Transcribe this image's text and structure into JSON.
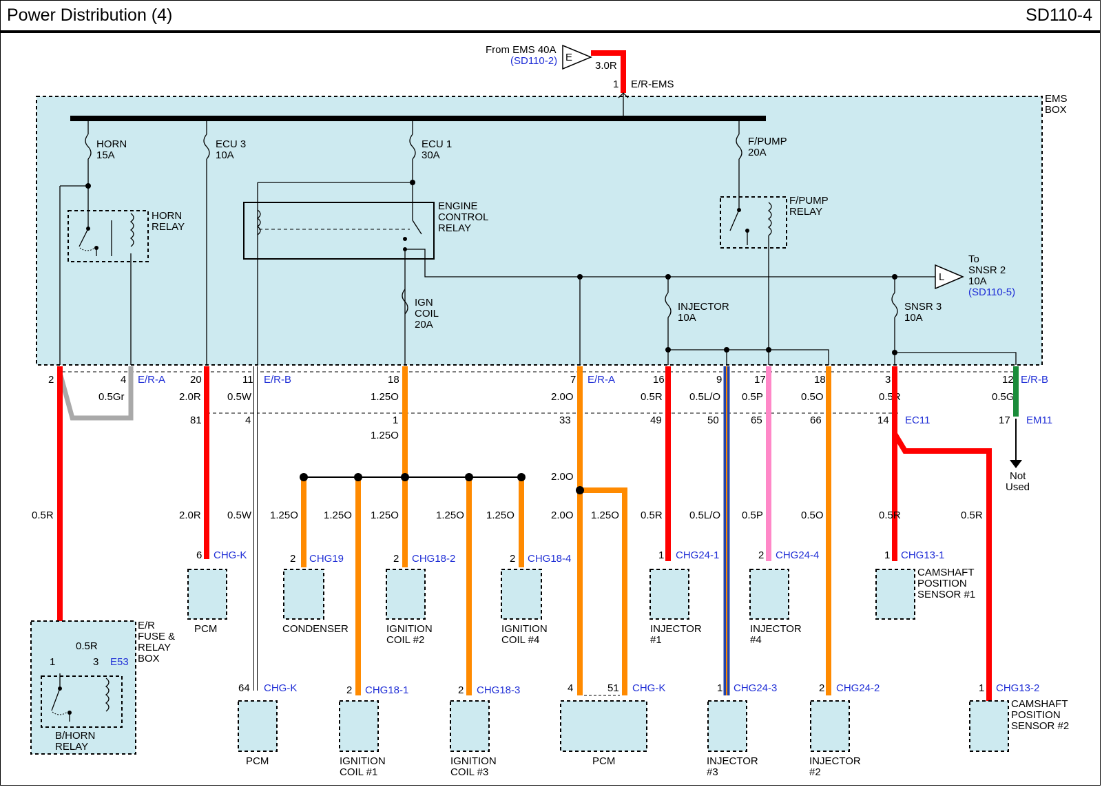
{
  "header": {
    "title": "Power Distribution (4)",
    "code": "SD110-4"
  },
  "colors": {
    "box_fill": "#cdeaf0",
    "red": "#ff0000",
    "orange": "#ff8a00",
    "pink": "#ff88c8",
    "green": "#1a8c3a",
    "blue": "#2244aa",
    "gray": "#a9a9a9",
    "ref_blue": "#1f2ed6"
  },
  "source": {
    "line1": "From EMS 40A",
    "ref": "(SD110-2)",
    "marker": "E",
    "wire": "3.0R",
    "pin": "1",
    "connector": "E/R-EMS"
  },
  "ems_box": {
    "label1": "EMS",
    "label2": "BOX"
  },
  "fuses": {
    "horn": {
      "name": "HORN",
      "rating": "15A"
    },
    "ecu3": {
      "name": "ECU 3",
      "rating": "10A"
    },
    "ecu1": {
      "name": "ECU 1",
      "rating": "30A"
    },
    "fpump": {
      "name": "F/PUMP",
      "rating": "20A"
    },
    "igncoil": {
      "name1": "IGN",
      "name2": "COIL",
      "rating": "20A"
    },
    "injector": {
      "name": "INJECTOR",
      "rating": "10A"
    },
    "snsr3": {
      "name": "SNSR 3",
      "rating": "10A"
    }
  },
  "relays": {
    "horn": {
      "l1": "HORN",
      "l2": "RELAY"
    },
    "engine": {
      "l1": "ENGINE",
      "l2": "CONTROL",
      "l3": "RELAY"
    },
    "fpump": {
      "l1": "F/PUMP",
      "l2": "RELAY"
    },
    "bhorn": {
      "l1": "B/HORN",
      "l2": "RELAY"
    }
  },
  "to_snsr2": {
    "l1": "To",
    "l2": "SNSR 2",
    "l3": "10A",
    "ref": "(SD110-5)",
    "marker": "L"
  },
  "connectors": {
    "era": "E/R-A",
    "erb": "E/R-B",
    "ec11": "EC11",
    "em11": "EM11",
    "e53": "E53"
  },
  "pins": {
    "p2": "2",
    "p4": "4",
    "p20": "20",
    "p11": "11",
    "p18": "18",
    "p7": "7",
    "p16": "16",
    "p9": "9",
    "p17": "17",
    "p3": "3",
    "p12": "12",
    "p81": "81",
    "p1": "1",
    "p33": "33",
    "p49": "49",
    "p50": "50",
    "p65": "65",
    "p66": "66",
    "p14": "14",
    "p6": "6",
    "p64": "64",
    "p51": "51"
  },
  "wires": {
    "w05Gr": "0.5Gr",
    "w20R": "2.0R",
    "w05W": "0.5W",
    "w125O": "1.25O",
    "w20O": "2.0O",
    "w05R": "0.5R",
    "w05LO": "0.5L/O",
    "w05P": "0.5P",
    "w05O": "0.5O",
    "w05G": "0.5G"
  },
  "not_used": {
    "l1": "Not",
    "l2": "Used"
  },
  "components": {
    "pcm": "PCM",
    "condenser": "CONDENSER",
    "ig2": {
      "l1": "IGNITION",
      "l2": "COIL #2",
      "conn": "CHG18-2"
    },
    "ig4": {
      "l1": "IGNITION",
      "l2": "COIL #4",
      "conn": "CHG18-4"
    },
    "ig1": {
      "l1": "IGNITION",
      "l2": "COIL #1",
      "conn": "CHG18-1"
    },
    "ig3": {
      "l1": "IGNITION",
      "l2": "COIL #3",
      "conn": "CHG18-3"
    },
    "inj1": {
      "l1": "INJECTOR",
      "l2": "#1",
      "conn": "CHG24-1"
    },
    "inj4": {
      "l1": "INJECTOR",
      "l2": "#4",
      "conn": "CHG24-4"
    },
    "inj3": {
      "l1": "INJECTOR",
      "l2": "#3",
      "conn": "CHG24-3"
    },
    "inj2": {
      "l1": "INJECTOR",
      "l2": "#2",
      "conn": "CHG24-2"
    },
    "cam1": {
      "l1": "CAMSHAFT",
      "l2": "POSITION",
      "l3": "SENSOR #1",
      "conn": "CHG13-1"
    },
    "cam2": {
      "l1": "CAMSHAFT",
      "l2": "POSITION",
      "l3": "SENSOR #2",
      "conn": "CHG13-2"
    },
    "chgk": "CHG-K",
    "chg19": "CHG19",
    "erfuse": {
      "l1": "E/R",
      "l2": "FUSE &",
      "l3": "RELAY",
      "l4": "BOX"
    }
  }
}
